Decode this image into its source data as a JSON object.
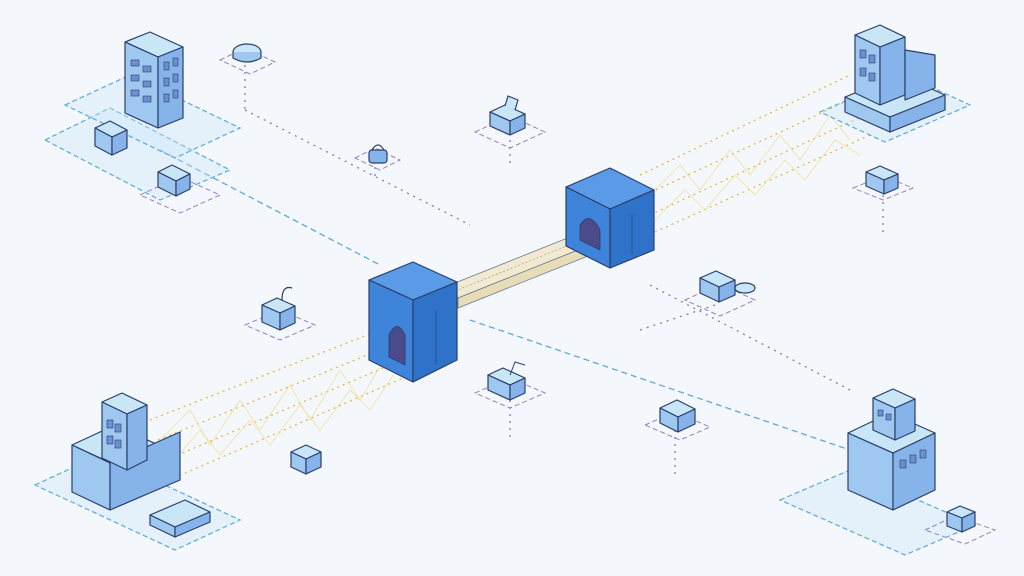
{
  "illustration": {
    "kind": "isometric network diagram",
    "palette": {
      "background": "#f4f7fb",
      "building_top": "#c9e6f7",
      "building_side": "#9fc8f0",
      "tower_blue": "#3f84db",
      "link_blue": "#5aaad8",
      "link_purple": "#8e73c0",
      "beam_gold": "#e0bb4a"
    },
    "nodes": [
      {
        "id": "office-tower-top-left",
        "icon": "office-building-icon"
      },
      {
        "id": "building-top-right",
        "icon": "office-building-icon"
      },
      {
        "id": "building-bottom-left",
        "icon": "office-building-icon"
      },
      {
        "id": "building-bottom-right",
        "icon": "office-building-icon"
      },
      {
        "id": "gateway-left",
        "icon": "gateway-tower-icon"
      },
      {
        "id": "gateway-right",
        "icon": "gateway-tower-icon"
      }
    ],
    "devices": [
      {
        "id": "router-top",
        "icon": "router-icon"
      },
      {
        "id": "package-top",
        "icon": "package-icon"
      },
      {
        "id": "lock-top",
        "icon": "lock-icon"
      },
      {
        "id": "server-left",
        "icon": "server-icon"
      },
      {
        "id": "wifi-box",
        "icon": "antenna-box-icon"
      },
      {
        "id": "storage-right",
        "icon": "storage-icon"
      },
      {
        "id": "cloud-box-right",
        "icon": "cloud-box-icon"
      },
      {
        "id": "books-stack",
        "icon": "document-stack-icon"
      },
      {
        "id": "printer",
        "icon": "printer-icon"
      },
      {
        "id": "small-cube",
        "icon": "cube-icon"
      },
      {
        "id": "terminal-br",
        "icon": "terminal-icon"
      }
    ]
  }
}
